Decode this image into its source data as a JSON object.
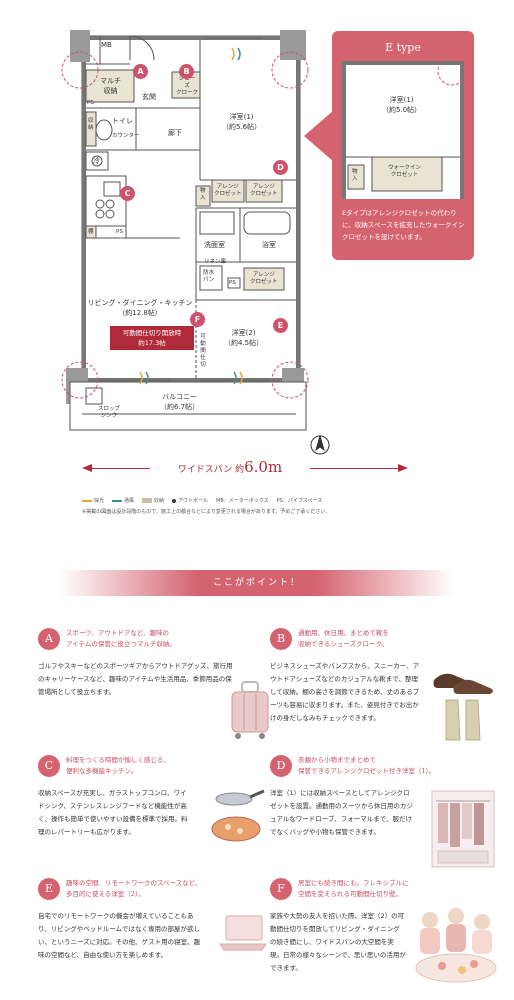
{
  "plan": {
    "rooms": {
      "mb": "MB",
      "multi_storage": "マルチ\n収納",
      "shoe_cloak": "シュー\nズ\nクローク",
      "entrance": "玄関",
      "ps1": "PS",
      "storage_small": "収\n納",
      "toilet": "トイレ",
      "counter": "カウンター",
      "hallway": "廊下",
      "fridge": "冷",
      "ps2": "PS",
      "shelf": "棚",
      "western1": "洋室(1)\n（約5.6帖）",
      "arrange1": "アレンジ\nクロゼット",
      "arrange2": "アレンジ\nクロゼット",
      "storage_mono": "物\n入",
      "washroom": "洗面室",
      "bathroom": "浴室",
      "linen": "リネン庫",
      "waterproof_pan": "防水\nパン",
      "ps3": "PS",
      "arrange3": "アレンジ\nクロゼット",
      "ldk": "リビング・ダイニング・キッチン\n（約12.8帖）",
      "movable_partition": "可動間仕切",
      "western2": "洋室(2)\n（約4.5帖）",
      "slop_sink": "スロップ\nシンク",
      "balcony": "バルコニー\n（約6.7帖）"
    },
    "open_badge": "可動間仕切り開放時\n約17.3帖",
    "pins": [
      "A",
      "B",
      "C",
      "D",
      "E",
      "F"
    ],
    "span_prefix": "ワイドスパン 約",
    "span_value": "6.0m",
    "legend": [
      {
        "label": "採光",
        "color": "#e8a63a"
      },
      {
        "label": "通風",
        "color": "#3a8fa5"
      },
      {
        "label": "収納",
        "color": "#c9bfa6"
      },
      {
        "label": "アウトポール",
        "color": "#333333"
      },
      {
        "label": "MB：メーターボックス",
        "color": ""
      },
      {
        "label": "PS：パイプスペース",
        "color": ""
      }
    ],
    "note": "※掲載の図面は設計段階のもので、施工上の都合などにより変更される場合があります。予めご了承ください。"
  },
  "etype": {
    "title": "E type",
    "room": "洋室(1)\n（約5.0帖）",
    "walkin": "ウォークイン\nクロゼット",
    "storage": "物\n入",
    "desc": "Eタイプはアレンジクロゼットの代わりに、収納スペースを拡充したウォークインクロゼットを設けています。"
  },
  "points": {
    "banner": "ここがポイント！",
    "items": [
      {
        "letter": "A",
        "lead": "スポーツ、アウトドアなど、趣味の\nアイテムの保管に役立つマルチ収納。",
        "body": "ゴルフやスキーなどのスポーツギアからアウトドアグッズ、旅行用のキャリーケースなど、趣味のアイテムや生活用品、季節用品の保管場所として役立ちます。"
      },
      {
        "letter": "B",
        "lead": "通勤用、休日用、まとめて靴を\n収納できるシューズクローク。",
        "body": "ビジネスシューズやパンプスから、スニーカー、アウトドアシューズなどのカジュアルな靴まで、整理して収納。棚の高さを調節できるため、丈のあるブーツも容易に収まります。また、姿見付きでお出かけの身だしなみもチェックできます。"
      },
      {
        "letter": "C",
        "lead": "料理をつくる時間が愉しく感じる、\n便利な多機能キッチン。",
        "body": "収納スペースが充実し、ガラストップコンロ、ワイドシンク、ステンレスレンジフードなど機能性が高く、操作も簡単で使いやすい設備を標準で採用。料理のレパートリーも広がります。"
      },
      {
        "letter": "D",
        "lead": "衣類から小物までまとめて\n保管できるアレンジクロゼット付き洋室（1）。",
        "body": "洋室（1）には収納スペースとしてアレンジクロゼットを設置。通勤用のスーツから休日用のカジュアルなワードローブ、フォーマルまで、服だけでなくバッグや小物も保管できます。"
      },
      {
        "letter": "E",
        "lead": "趣味の空間、リモートワークのスペースなど、\n多目的に使える洋室（2）。",
        "body": "自宅でのリモートワークの機会が増えていることもあり、リビングやベッドルームではなく専用の部屋が欲しい、というニーズに対応。その他、ゲスト用の寝室、趣味の空間など、自由な使い方を楽しめます。"
      },
      {
        "letter": "F",
        "lead": "居室にも続き間にも。フレキシブルに\n空間を変えられる可動間仕切り壁。",
        "body": "家族や大勢の友人を招いた際、洋室（2）の可動間仕切りを開放してリビング・ダイニングの続き間にし、ワイドスパンの大空間を実現。日常の様々なシーンで、思い思いの活用ができます。"
      }
    ]
  }
}
